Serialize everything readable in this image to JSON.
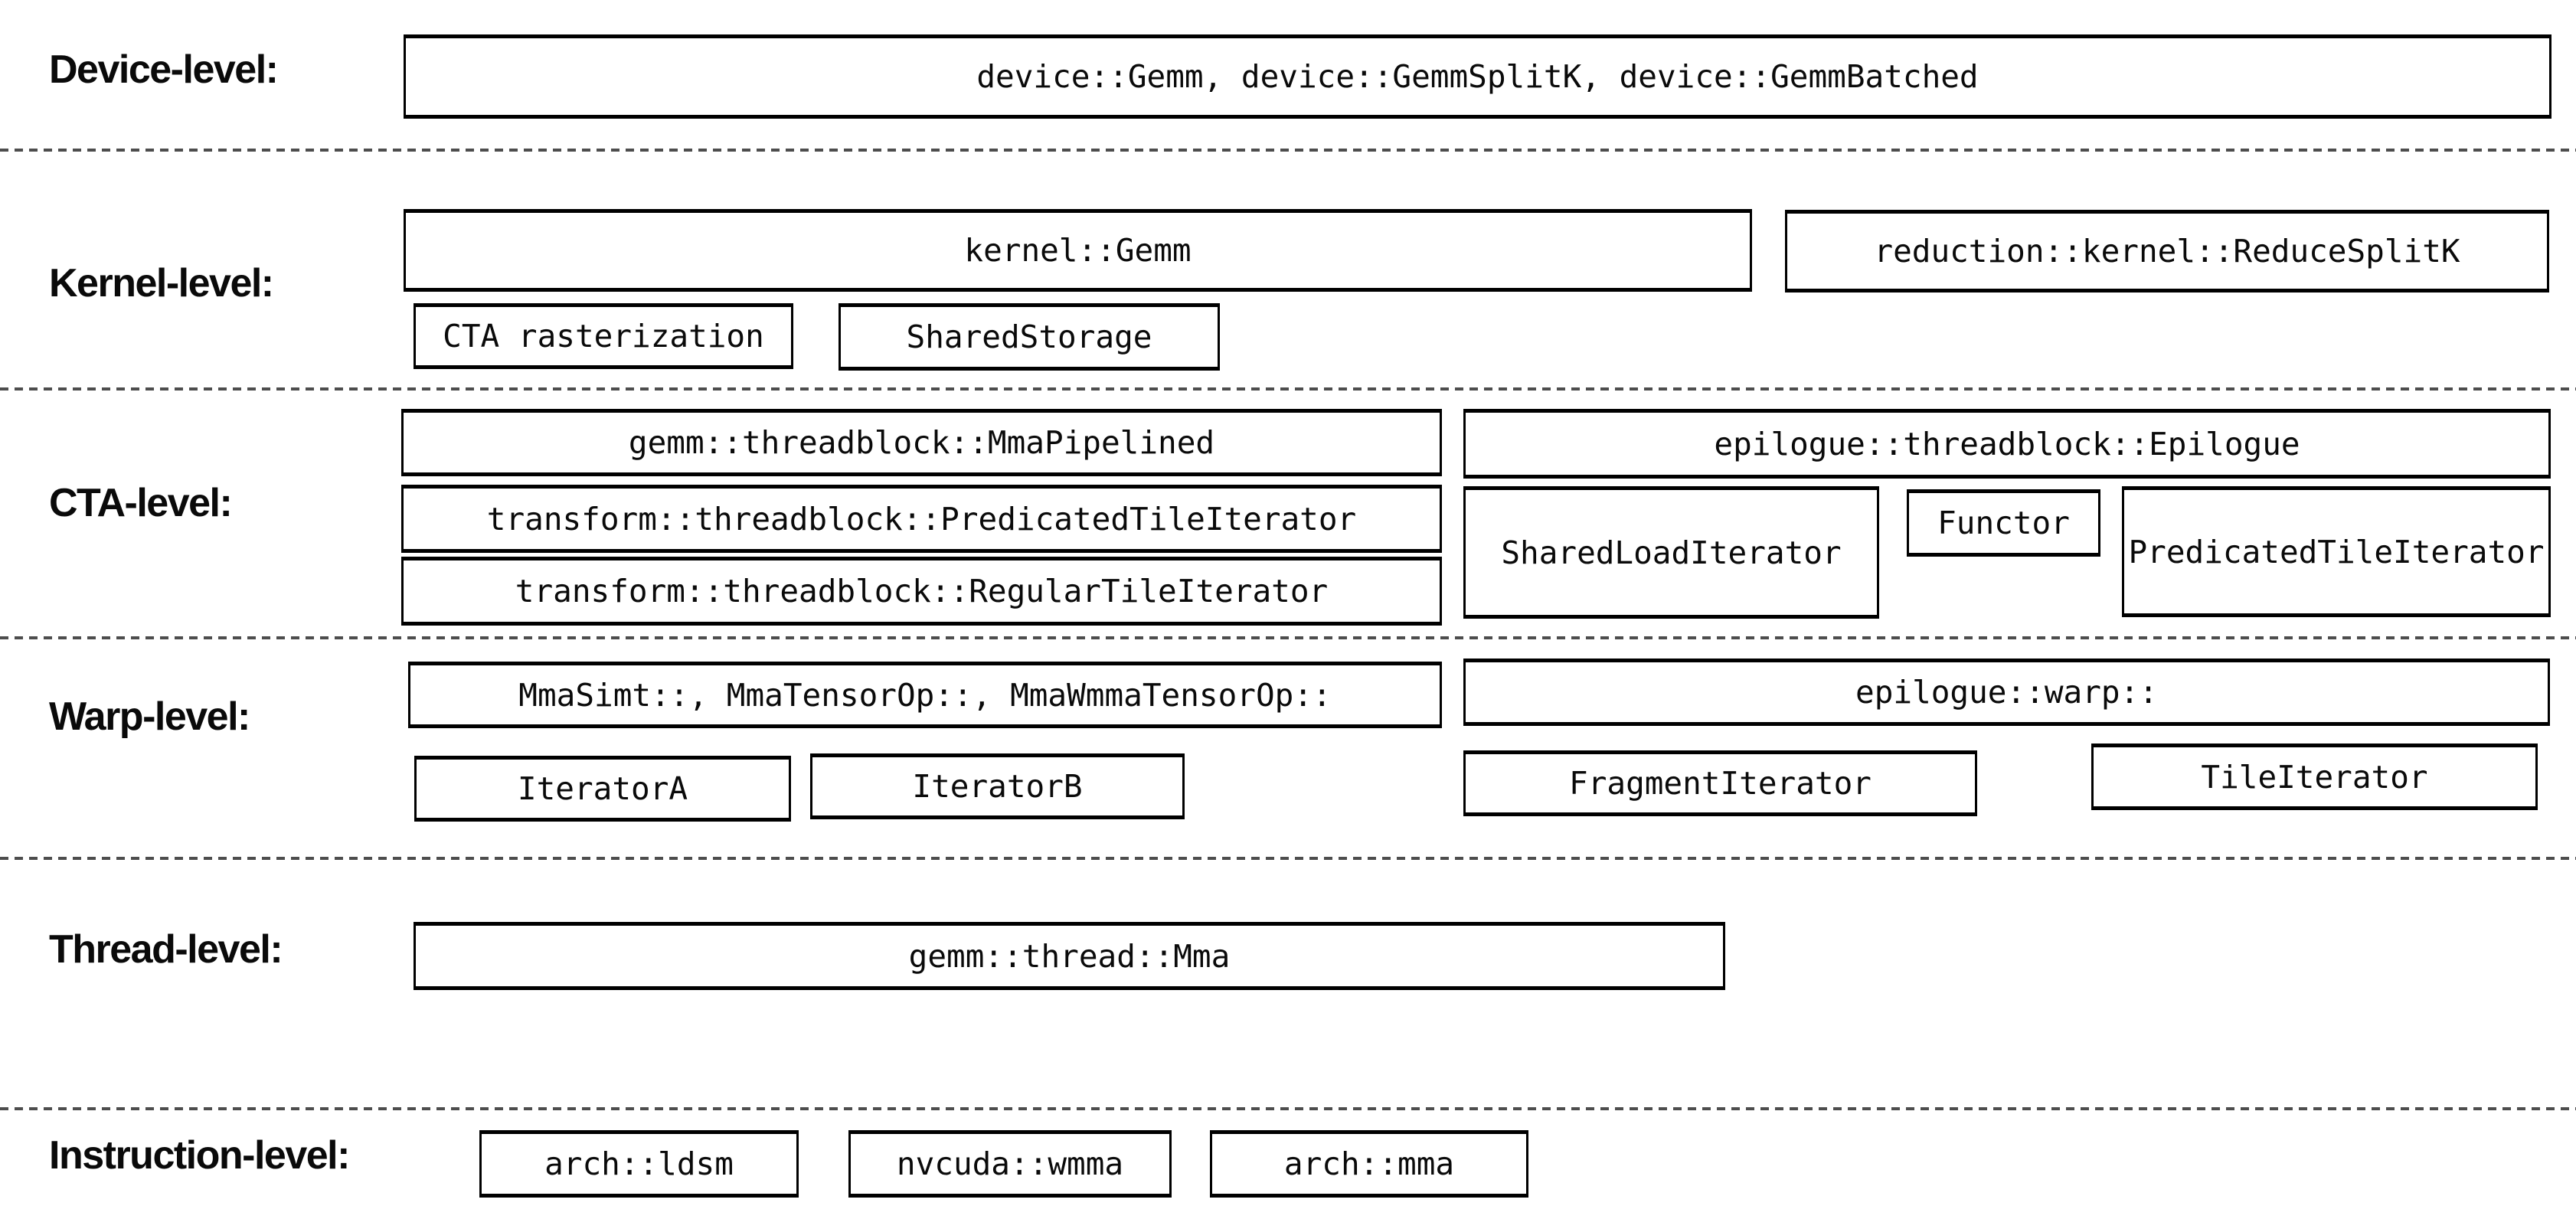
{
  "colors": {
    "border": "#000000",
    "text": "#0a0a0a",
    "separator": "#4d4d4d",
    "background": "#ffffff"
  },
  "diagram": {
    "rows": [
      {
        "label": "Device-level:",
        "boxes": [
          {
            "text": "device::Gemm, device::GemmSplitK, device::GemmBatched"
          }
        ]
      },
      {
        "label": "Kernel-level:",
        "boxes": [
          {
            "text": "kernel::Gemm"
          },
          {
            "text": "reduction::kernel::ReduceSplitK"
          },
          {
            "text": "CTA rasterization"
          },
          {
            "text": "SharedStorage"
          }
        ]
      },
      {
        "label": "CTA-level:",
        "boxes": [
          {
            "text": "gemm::threadblock::MmaPipelined"
          },
          {
            "text": "epilogue::threadblock::Epilogue"
          },
          {
            "text": "transform::threadblock::PredicatedTileIterator"
          },
          {
            "text": "transform::threadblock::RegularTileIterator"
          },
          {
            "text": "SharedLoadIterator"
          },
          {
            "text": "Functor"
          },
          {
            "text": "PredicatedTileIterator"
          }
        ]
      },
      {
        "label": "Warp-level:",
        "boxes": [
          {
            "text": "MmaSimt::, MmaTensorOp::, MmaWmmaTensorOp::"
          },
          {
            "text": "epilogue::warp::"
          },
          {
            "text": "IteratorA"
          },
          {
            "text": "IteratorB"
          },
          {
            "text": "FragmentIterator"
          },
          {
            "text": "TileIterator"
          }
        ]
      },
      {
        "label": "Thread-level:",
        "boxes": [
          {
            "text": "gemm::thread::Mma"
          }
        ]
      },
      {
        "label": "Instruction-level:",
        "boxes": [
          {
            "text": "arch::ldsm"
          },
          {
            "text": "nvcuda::wmma"
          },
          {
            "text": "arch::mma"
          }
        ]
      }
    ]
  }
}
